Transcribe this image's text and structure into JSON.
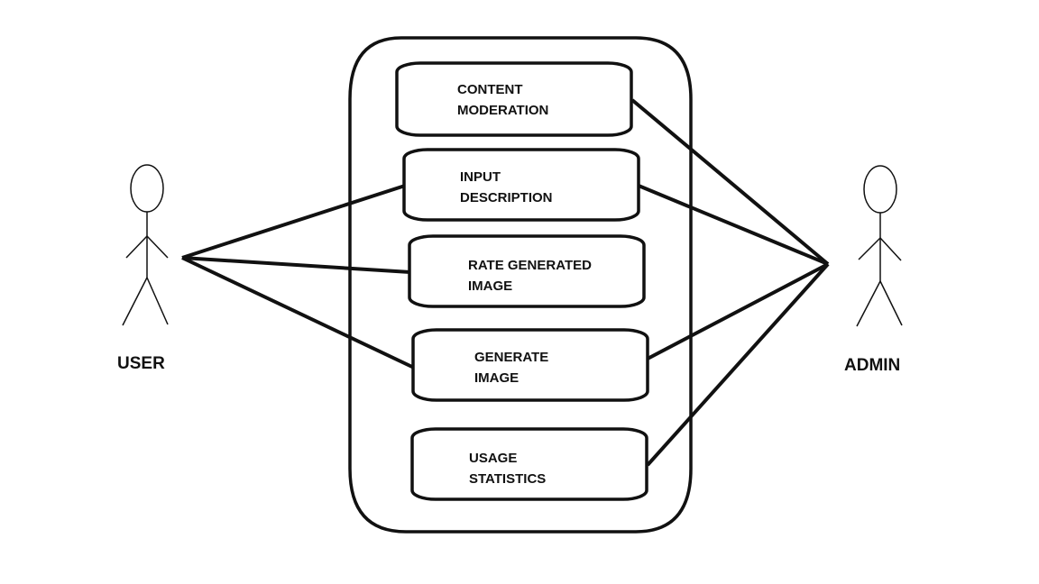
{
  "actors": {
    "user": {
      "label": "USER"
    },
    "admin": {
      "label": "ADMIN"
    }
  },
  "use_cases": [
    {
      "id": "content-moderation",
      "lines": [
        "CONTENT",
        "MODERATION"
      ]
    },
    {
      "id": "input-description",
      "lines": [
        "INPUT",
        "DESCRIPTION"
      ]
    },
    {
      "id": "rate-generated-image",
      "lines": [
        "RATE GENERATED",
        "IMAGE"
      ]
    },
    {
      "id": "generate-image",
      "lines": [
        "GENERATE",
        "IMAGE"
      ]
    },
    {
      "id": "usage-statistics",
      "lines": [
        "USAGE",
        "STATISTICS"
      ]
    }
  ],
  "associations": {
    "user": [
      "input-description",
      "rate-generated-image",
      "generate-image"
    ],
    "admin": [
      "content-moderation",
      "input-description",
      "generate-image",
      "usage-statistics"
    ]
  },
  "colors": {
    "stroke": "#111111",
    "background": "#ffffff"
  }
}
